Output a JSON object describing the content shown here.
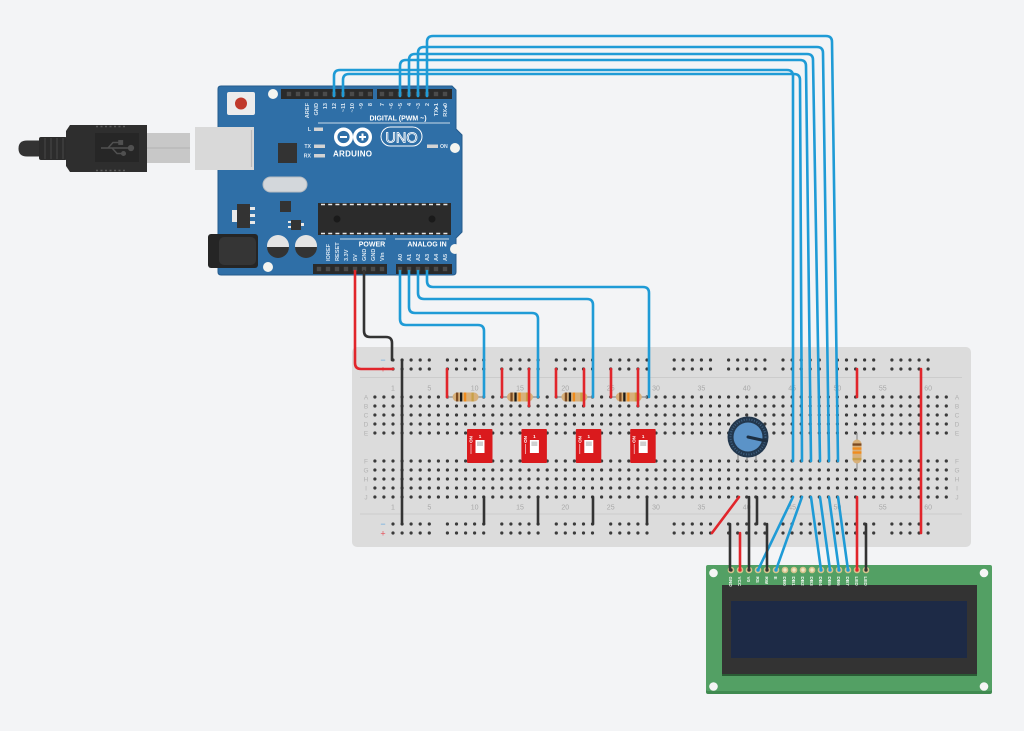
{
  "canvas": {
    "background": "#f3f4f6"
  },
  "colors": {
    "wire_blue": "#1f9bd6",
    "wire_red": "#e1252b",
    "wire_black": "#333333",
    "arduino_board": "#2f6fa7",
    "arduino_board_edge": "#255b8c",
    "breadboard": "#dcdcdc",
    "breadboard_line": "#cccccc",
    "lcd_board": "#53a064",
    "lcd_bezel": "#333333",
    "lcd_screen": "#1d2a46",
    "switch_body": "#da1a1d",
    "pot_body": "#22374d",
    "pot_knob": "#5b93c8",
    "resistor_body": "#d8b07a",
    "reset_button": "#c0392b",
    "rail_minus": "#5fa8e0",
    "rail_plus": "#e5505a"
  },
  "usb_cable": {
    "icon": "usb-icon"
  },
  "arduino": {
    "brand": "ARDUINO",
    "model": "UNO",
    "digital_title": "DIGITAL (PWM ~)",
    "power_title": "POWER",
    "analog_title": "ANALOG IN",
    "led_l": "L",
    "led_tx": "TX",
    "led_rx": "RX",
    "led_on": "ON",
    "digital_pins_low": [
      "",
      "",
      "AREF",
      "GND",
      "13",
      "12",
      "~11",
      "~10",
      "~9",
      "8"
    ],
    "digital_pins_high": [
      "7",
      "~6",
      "~5",
      "4",
      "~3",
      "2",
      "TX▸1",
      "RX◂0"
    ],
    "power_pins": [
      "",
      "IOREF",
      "RESET",
      "3.3V",
      "5V",
      "GND",
      "GND",
      "Vin"
    ],
    "analog_pins": [
      "A0",
      "A1",
      "A2",
      "A3",
      "A4",
      "A5"
    ]
  },
  "breadboard": {
    "column_labels": [
      "1",
      "5",
      "10",
      "15",
      "20",
      "25",
      "30",
      "35",
      "40",
      "45",
      "50",
      "55",
      "60"
    ],
    "row_labels": [
      "A",
      "B",
      "C",
      "D",
      "E",
      "F",
      "G",
      "H",
      "I",
      "J"
    ],
    "rail_minus": "−",
    "rail_plus": "+"
  },
  "dip_switches": [
    {
      "on_label": "ON",
      "number_label": "1"
    },
    {
      "on_label": "ON",
      "number_label": "1"
    },
    {
      "on_label": "ON",
      "number_label": "1"
    },
    {
      "on_label": "ON",
      "number_label": "1"
    }
  ],
  "band_colors": {
    "brown": "#7b4a22",
    "black": "#1b1b1b",
    "orange": "#f08c1e",
    "gold": "#c8a048"
  },
  "resistors": [
    {
      "bands": [
        "brown",
        "black",
        "orange",
        "gold"
      ]
    },
    {
      "bands": [
        "brown",
        "black",
        "orange",
        "gold"
      ]
    },
    {
      "bands": [
        "brown",
        "black",
        "orange",
        "gold"
      ]
    },
    {
      "bands": [
        "brown",
        "black",
        "orange",
        "gold"
      ]
    },
    {
      "bands": [
        "brown",
        "orange",
        "orange",
        "gold"
      ]
    }
  ],
  "lcd": {
    "pins": [
      {
        "label": "GND",
        "wire": "black"
      },
      {
        "label": "VCC",
        "wire": "red"
      },
      {
        "label": "V0",
        "wire": "black"
      },
      {
        "label": "RS",
        "wire": "blue"
      },
      {
        "label": "RW",
        "wire": "black"
      },
      {
        "label": "E",
        "wire": "blue"
      },
      {
        "label": "DB0",
        "wire": "none"
      },
      {
        "label": "DB1",
        "wire": "none"
      },
      {
        "label": "DB2",
        "wire": "none"
      },
      {
        "label": "DB3",
        "wire": "none"
      },
      {
        "label": "DB4",
        "wire": "blue"
      },
      {
        "label": "DB5",
        "wire": "blue"
      },
      {
        "label": "DB6",
        "wire": "blue"
      },
      {
        "label": "DB7",
        "wire": "blue"
      },
      {
        "label": "LED",
        "wire": "red"
      },
      {
        "label": "LED",
        "wire": "black"
      }
    ]
  },
  "wires": [
    {
      "from": "Arduino 12",
      "to": "LCD RS (via breadboard)",
      "color": "blue"
    },
    {
      "from": "Arduino ~11",
      "to": "LCD E (via breadboard)",
      "color": "blue"
    },
    {
      "from": "Arduino ~5",
      "to": "LCD DB4 (via breadboard)",
      "color": "blue"
    },
    {
      "from": "Arduino 4",
      "to": "LCD DB5 (via breadboard)",
      "color": "blue"
    },
    {
      "from": "Arduino ~3",
      "to": "LCD DB6 (via breadboard)",
      "color": "blue"
    },
    {
      "from": "Arduino 2",
      "to": "LCD DB7 (via breadboard)",
      "color": "blue"
    },
    {
      "from": "Arduino A0",
      "to": "Switch 1 / resistor",
      "color": "blue"
    },
    {
      "from": "Arduino A1",
      "to": "Switch 2 / resistor",
      "color": "blue"
    },
    {
      "from": "Arduino A2",
      "to": "Switch 3 / resistor",
      "color": "blue"
    },
    {
      "from": "Arduino A3",
      "to": "Switch 4 / resistor",
      "color": "blue"
    },
    {
      "from": "Arduino 5V",
      "to": "Breadboard + rail",
      "color": "red"
    },
    {
      "from": "Arduino GND",
      "to": "Breadboard − rail",
      "color": "black"
    }
  ]
}
